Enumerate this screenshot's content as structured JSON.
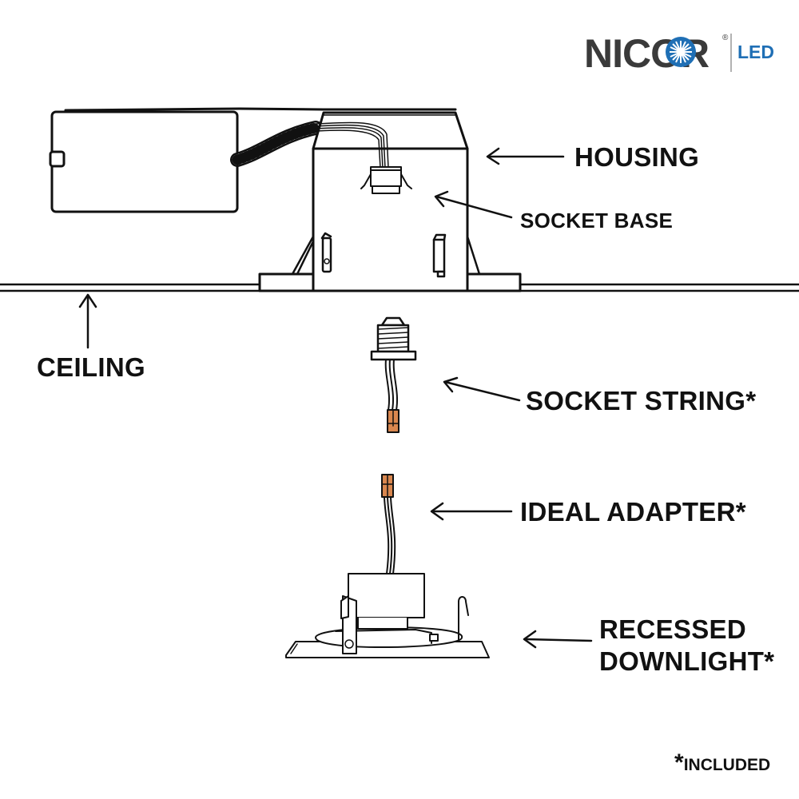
{
  "logo": {
    "brand": "NICOR",
    "registered": "®",
    "sub": "LED",
    "brand_color": "#3a3a3a",
    "accent_color": "#1f6fb5"
  },
  "labels": {
    "housing": "HOUSING",
    "socket_base": "SOCKET BASE",
    "ceiling": "CEILING",
    "socket_string": "SOCKET STRING*",
    "ideal_adapter": "IDEAL ADAPTER*",
    "recessed_line1": "RECESSED",
    "recessed_line2": "DOWNLIGHT*",
    "footnote_star": "*",
    "footnote_text": "INCLUDED"
  },
  "colors": {
    "line": "#111111",
    "connector": "#d9874f"
  }
}
